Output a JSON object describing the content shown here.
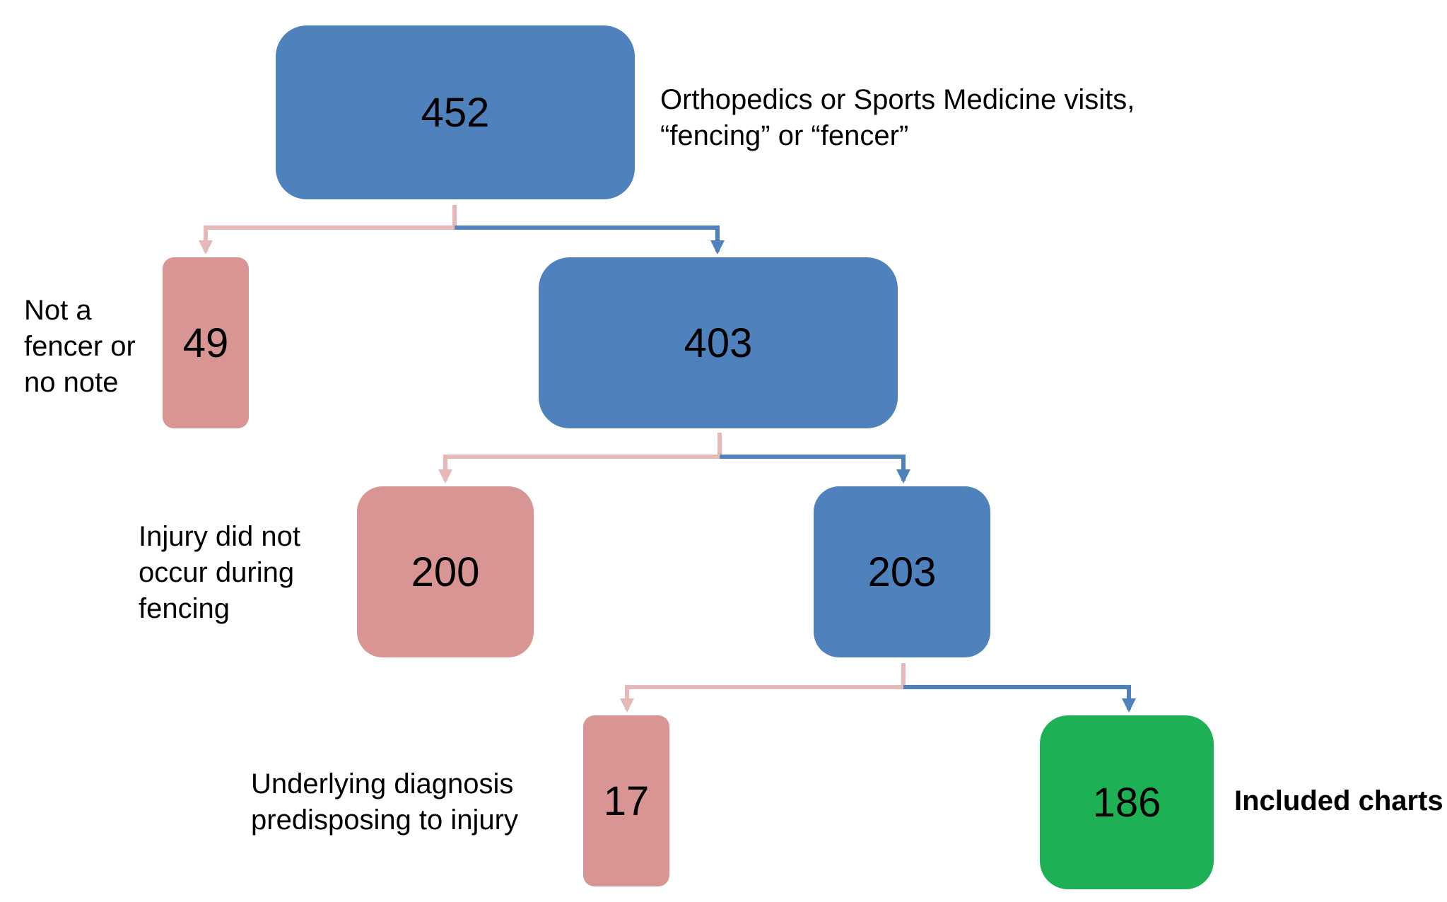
{
  "colors": {
    "included_path": "#4f81bd",
    "excluded_path": "#e6b9b8",
    "included_box": "#4f81bd",
    "excluded_box": "#d99594",
    "final_box": "#1db054"
  },
  "nodes": {
    "root": {
      "count": "452",
      "label": "Orthopedics or Sports Medicine visits,\n“fencing” or “fencer”"
    },
    "exclusion_1": {
      "count": "49",
      "label": "Not  a\nfencer or\nno note"
    },
    "level_1": {
      "count": "403"
    },
    "exclusion_2": {
      "count": "200",
      "label": "Injury did not\noccur during\nfencing"
    },
    "level_2": {
      "count": "203"
    },
    "exclusion_3": {
      "count": "17",
      "label": "Underlying diagnosis\npredisposing to injury"
    },
    "final": {
      "count": "186",
      "label": "Included charts"
    }
  }
}
